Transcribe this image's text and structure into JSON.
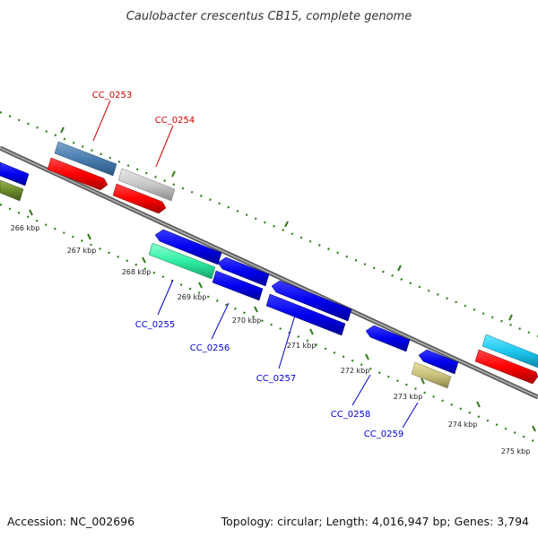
{
  "title": "Caulobacter crescentus CB15, complete genome",
  "footer": {
    "accession": "Accession: NC_002696",
    "summary": "Topology: circular; Length: 4,016,947 bp; Genes: 3,794"
  },
  "colors": {
    "backbone": "#808080",
    "tick": "#2e7d1a",
    "label_forward": "#cc0000",
    "label_reverse": "#0000cc"
  },
  "ticks": [
    {
      "label": "266 kbp"
    },
    {
      "label": "267 kbp"
    },
    {
      "label": "268 kbp"
    },
    {
      "label": "269 kbp"
    },
    {
      "label": "270 kbp"
    },
    {
      "label": "271 kbp"
    },
    {
      "label": "272 kbp"
    },
    {
      "label": "273 kbp"
    },
    {
      "label": "274 kbp"
    },
    {
      "label": "275 kbp"
    }
  ],
  "gene_labels": [
    {
      "name": "CC_0253",
      "strand": "forward"
    },
    {
      "name": "CC_0254",
      "strand": "forward"
    },
    {
      "name": "CC_0255",
      "strand": "reverse"
    },
    {
      "name": "CC_0256",
      "strand": "reverse"
    },
    {
      "name": "CC_0257",
      "strand": "reverse"
    },
    {
      "name": "CC_0258",
      "strand": "reverse"
    },
    {
      "name": "CC_0259",
      "strand": "reverse"
    }
  ]
}
